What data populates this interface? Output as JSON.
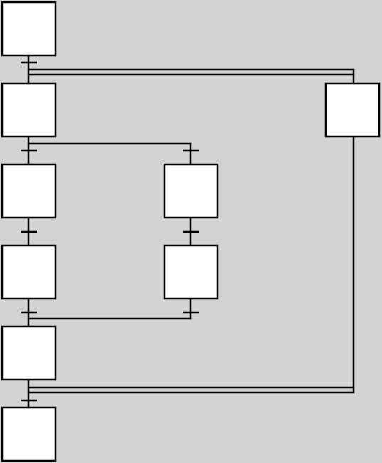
{
  "diagram": {
    "type": "sequential-function-chart",
    "colors": {
      "background": "#d3d3d3",
      "step_fill": "#ffffff",
      "line": "#000000"
    },
    "steps": [
      {
        "id": "step-1",
        "label": ""
      },
      {
        "id": "step-2",
        "label": ""
      },
      {
        "id": "step-3",
        "label": ""
      },
      {
        "id": "step-4",
        "label": ""
      },
      {
        "id": "step-5",
        "label": ""
      },
      {
        "id": "step-6",
        "label": ""
      },
      {
        "id": "step-7",
        "label": ""
      },
      {
        "id": "step-8",
        "label": ""
      }
    ],
    "transitions": [
      {
        "id": "t1",
        "from": "step-1",
        "to": "divergence-or-top"
      },
      {
        "id": "t2",
        "from": "step-2",
        "to": "step-3"
      },
      {
        "id": "t3",
        "from": "step-2",
        "to": "step-5"
      },
      {
        "id": "t4",
        "from": "step-3",
        "to": "step-4"
      },
      {
        "id": "t5",
        "from": "step-5",
        "to": "step-6"
      },
      {
        "id": "t6",
        "from": "step-4",
        "to": "step-7"
      },
      {
        "id": "t7",
        "from": "step-6",
        "to": "step-7"
      },
      {
        "id": "t8",
        "from": "convergence-or-bottom",
        "to": "step-8"
      }
    ],
    "branches": {
      "alternative_divergence": {
        "from": "t1",
        "to": [
          "step-2",
          "step-8"
        ]
      },
      "alternative_convergence": {
        "from": [
          "step-7",
          "step-8"
        ],
        "to": "t8"
      },
      "selection_inner": {
        "from": "step-2",
        "to": [
          "step-3",
          "step-5"
        ]
      },
      "selection_inner_merge": {
        "from": [
          "step-4",
          "step-6"
        ],
        "to": "step-7"
      }
    }
  }
}
